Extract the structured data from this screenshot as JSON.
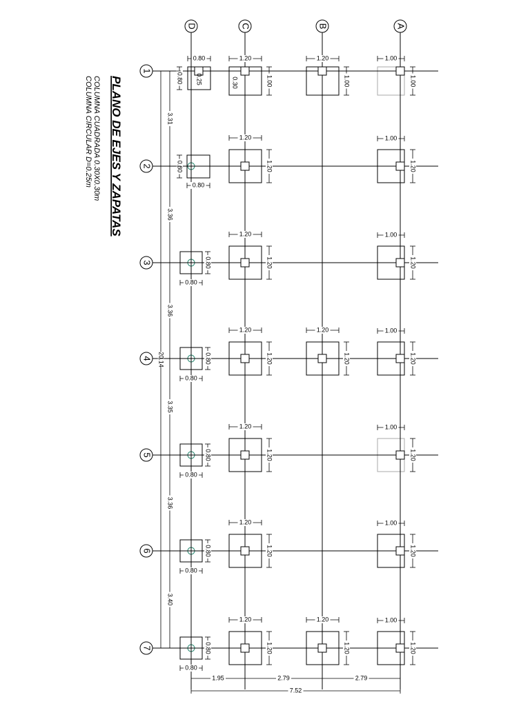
{
  "title": "PLANO DE EJES Y ZAPATAS",
  "notes": [
    "COLUMNA CUADRADA 0.30X0.30m",
    "COLUMNA CIRCULAR D=0.25m"
  ],
  "axes": {
    "letters": [
      "D",
      "C",
      "B",
      "A"
    ],
    "numbers": [
      "1",
      "2",
      "3",
      "4",
      "5",
      "6",
      "7"
    ]
  },
  "spacings": {
    "letter_axes": [
      "1.95",
      "2.79",
      "2.79"
    ],
    "letter_total": "7.52",
    "number_axes": [
      "3.31",
      "3.36",
      "3.36",
      "3.35",
      "3.36",
      "3.40"
    ],
    "number_total": "20.14"
  },
  "footings": {
    "D": {
      "row1": {
        "w": "0.80",
        "h": "0.80",
        "extra": "0.25"
      },
      "rows2to7": {
        "w": "0.80",
        "h": "0.80"
      }
    },
    "C": {
      "w": "1.20",
      "h": "1.20",
      "row1_h": "1.00",
      "row1_col": "0.30"
    },
    "B": {
      "w": "1.20",
      "h": "1.20",
      "row1_h": "1.00",
      "rows": [
        "1",
        "4",
        "7"
      ]
    },
    "A": {
      "w": "1.00",
      "h": "1.20",
      "row1_h": "1.00"
    }
  },
  "colors": {
    "line": "#000000",
    "circular_column": "#2e8b74",
    "faded_footing": "#aaaaaa"
  }
}
